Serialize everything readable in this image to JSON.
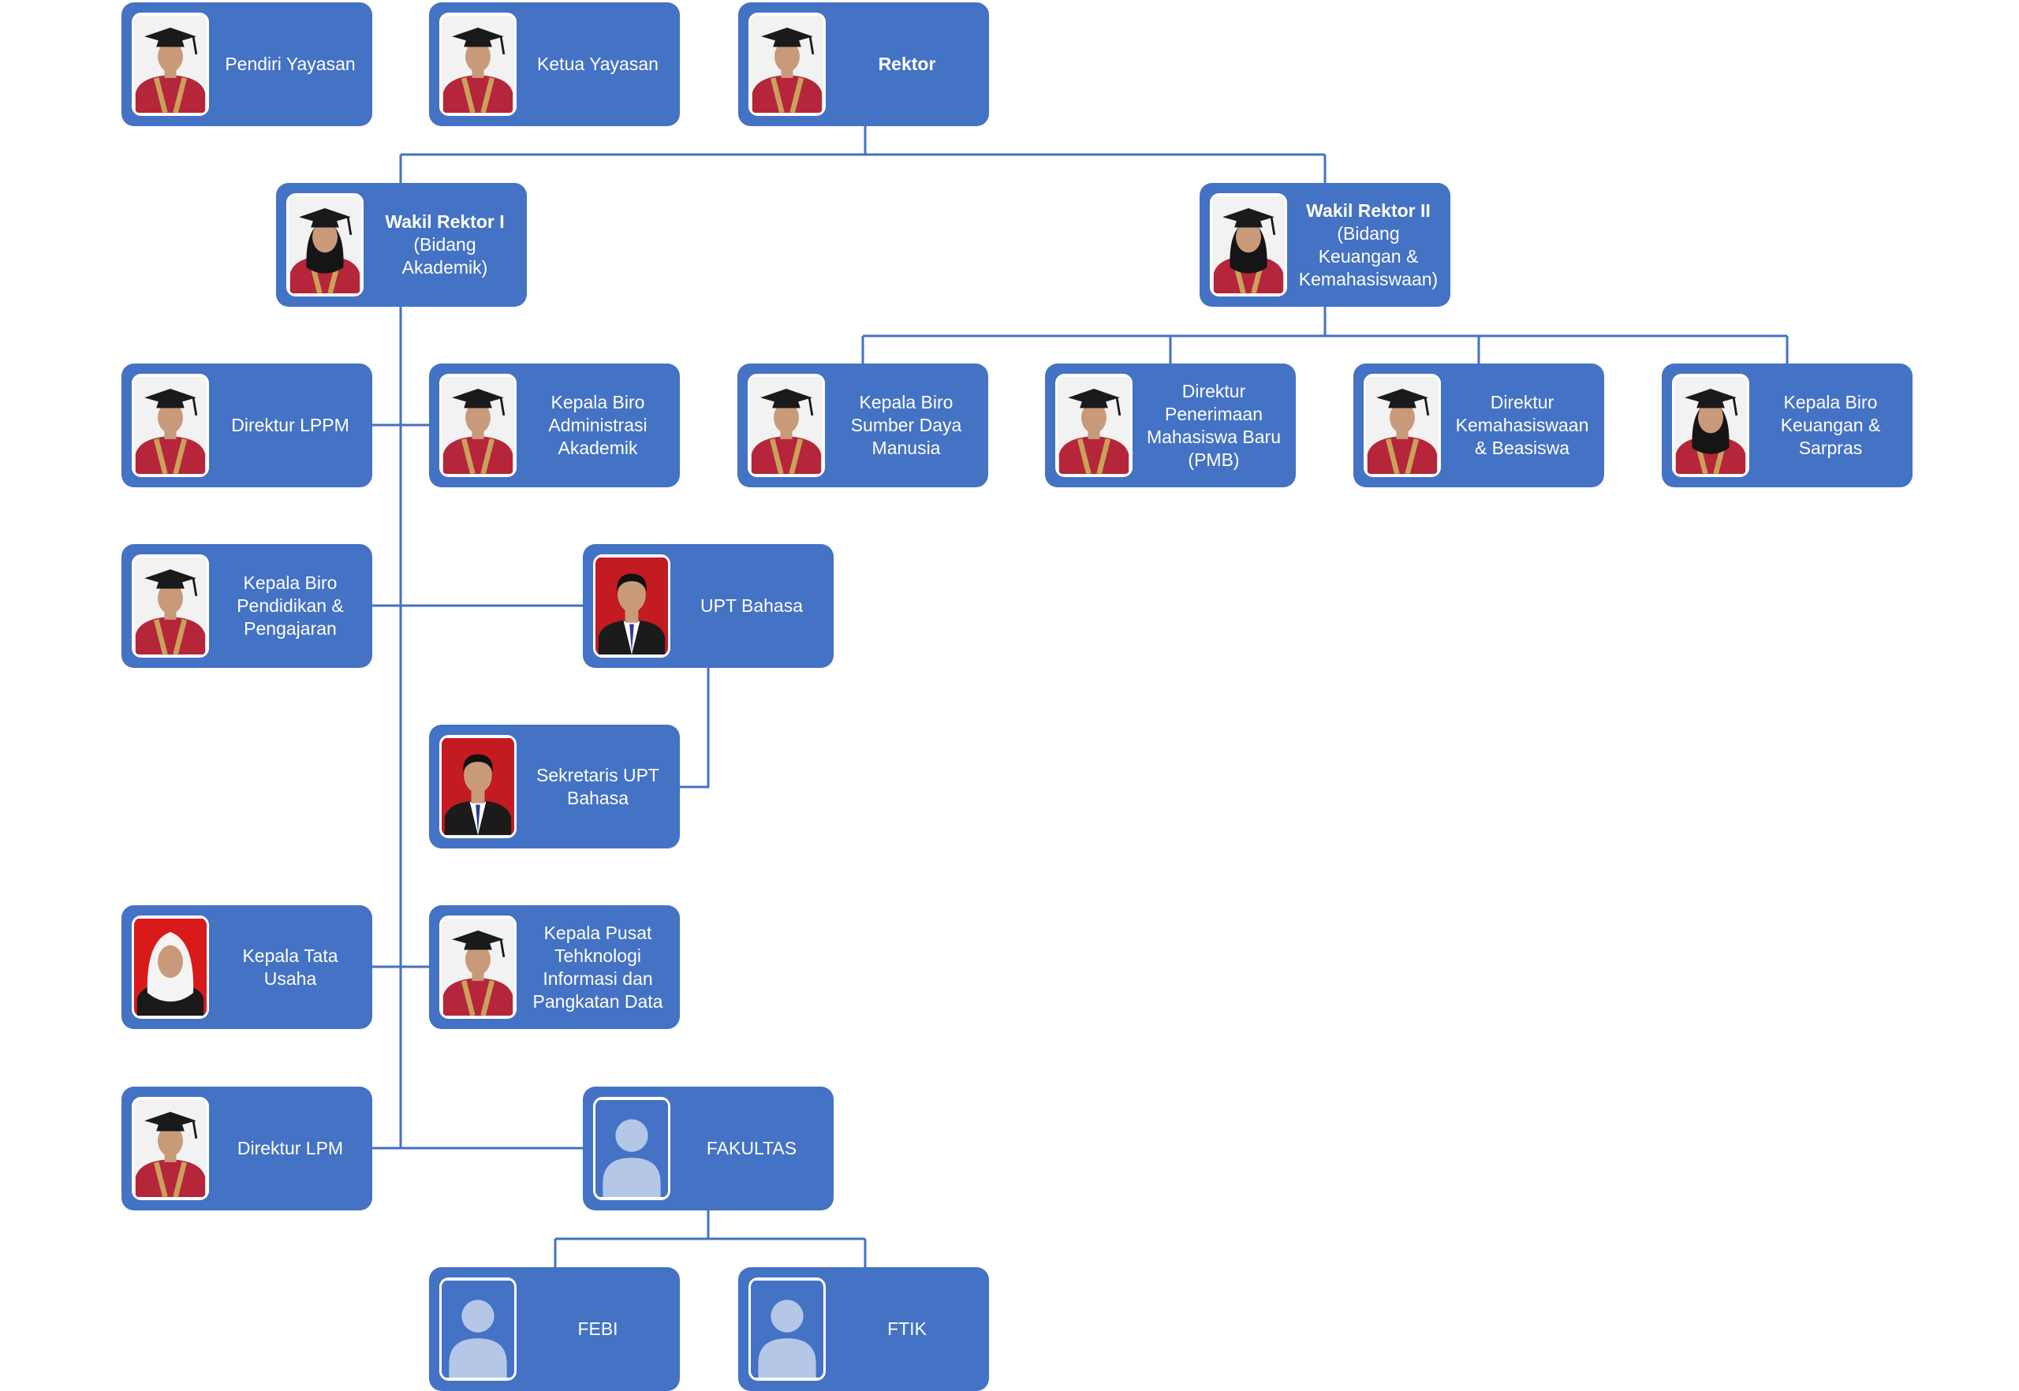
{
  "colors": {
    "box": "#4472c4",
    "line": "#4472c4",
    "text": "#ffffff",
    "gown": "#b5263a",
    "gown_trim": "#c9a15a",
    "cap": "#1a1a1a",
    "skin": "#c99a7a",
    "placeholder_bg": "#4472c4",
    "placeholder_figure": "#b4c7e7"
  },
  "nodes": [
    {
      "id": "pendiri-yayasan",
      "lines": [
        "Pendiri Yayasan"
      ],
      "bold": 0,
      "photo": "person-gown-icon"
    },
    {
      "id": "ketua-yayasan",
      "lines": [
        "Ketua Yayasan"
      ],
      "bold": 0,
      "photo": "person-gown-icon"
    },
    {
      "id": "rektor",
      "lines": [
        "Rektor"
      ],
      "bold": 1,
      "photo": "person-gown-icon"
    },
    {
      "id": "wakil-rektor-1",
      "lines": [
        "Wakil Rektor I",
        "(Bidang",
        "Akademik)"
      ],
      "bold": 1,
      "photo": "person-gown-hijab-icon"
    },
    {
      "id": "wakil-rektor-2",
      "lines": [
        "Wakil Rektor II",
        "(Bidang",
        "Keuangan &",
        "Kemahasiswaan)"
      ],
      "bold": 1,
      "photo": "person-gown-hijab-icon"
    },
    {
      "id": "direktur-lppm",
      "lines": [
        "Direktur LPPM"
      ],
      "bold": 0,
      "photo": "person-gown-icon"
    },
    {
      "id": "kepala-biro-administrasi-akademik",
      "lines": [
        "Kepala Biro",
        "Administrasi",
        "Akademik"
      ],
      "bold": 0,
      "photo": "person-gown-icon"
    },
    {
      "id": "kepala-biro-sdm",
      "lines": [
        "Kepala Biro",
        "Sumber Daya",
        "Manusia"
      ],
      "bold": 0,
      "photo": "person-gown-icon"
    },
    {
      "id": "direktur-pmb",
      "lines": [
        "Direktur",
        "Penerimaan",
        "Mahasiswa Baru",
        "(PMB)"
      ],
      "bold": 0,
      "photo": "person-gown-icon"
    },
    {
      "id": "direktur-kemahasiswaan",
      "lines": [
        "Direktur",
        "Kemahasiswaan",
        "& Beasiswa"
      ],
      "bold": 0,
      "photo": "person-gown-icon"
    },
    {
      "id": "kepala-biro-keuangan",
      "lines": [
        "Kepala Biro",
        "Keuangan &",
        "Sarpras"
      ],
      "bold": 0,
      "photo": "person-gown-hijab-icon"
    },
    {
      "id": "kepala-biro-pendidikan",
      "lines": [
        "Kepala Biro",
        "Pendidikan &",
        "Pengajaran"
      ],
      "bold": 0,
      "photo": "person-gown-icon"
    },
    {
      "id": "upt-bahasa",
      "lines": [
        "UPT Bahasa"
      ],
      "bold": 0,
      "photo": "person-suit-red-bg-icon"
    },
    {
      "id": "sekretaris-upt-bahasa",
      "lines": [
        "Sekretaris UPT",
        "Bahasa"
      ],
      "bold": 0,
      "photo": "person-suit-red-bg-icon"
    },
    {
      "id": "kepala-tata-usaha",
      "lines": [
        "Kepala Tata",
        "Usaha"
      ],
      "bold": 0,
      "photo": "person-hijab-red-bg-icon"
    },
    {
      "id": "kepala-pusat-ti",
      "lines": [
        "Kepala Pusat",
        "Tehknologi",
        "Informasi dan",
        "Pangkatan Data"
      ],
      "bold": 0,
      "photo": "person-gown-icon"
    },
    {
      "id": "direktur-lpm",
      "lines": [
        "Direktur LPM"
      ],
      "bold": 0,
      "photo": "person-gown-icon"
    },
    {
      "id": "fakultas",
      "lines": [
        "FAKULTAS"
      ],
      "bold": 0,
      "photo": "person-placeholder-icon"
    },
    {
      "id": "febi",
      "lines": [
        "FEBI"
      ],
      "bold": 0,
      "photo": "person-placeholder-icon"
    },
    {
      "id": "ftik",
      "lines": [
        "FTIK"
      ],
      "bold": 0,
      "photo": "person-placeholder-icon"
    }
  ]
}
